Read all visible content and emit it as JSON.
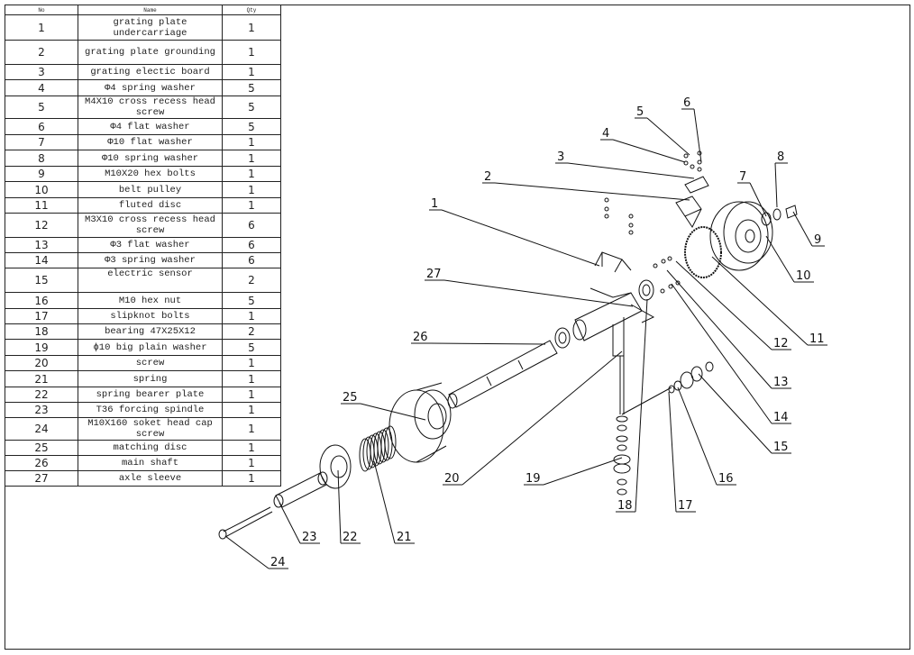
{
  "table": {
    "headers": {
      "no": "No",
      "name": "Name",
      "qty": "Qty"
    },
    "rows": [
      {
        "no": "1",
        "name": "grating plate undercarriage",
        "qty": "1"
      },
      {
        "no": "2",
        "name": "grating plate grounding",
        "qty": "1"
      },
      {
        "no": "3",
        "name": "grating electic board",
        "qty": "1"
      },
      {
        "no": "4",
        "name": "Φ4 spring washer",
        "qty": "5"
      },
      {
        "no": "5",
        "name": "M4X10 cross recess head screw",
        "qty": "5"
      },
      {
        "no": "6",
        "name": "Φ4 flat washer",
        "qty": "5"
      },
      {
        "no": "7",
        "name": "Φ10 flat washer",
        "qty": "1"
      },
      {
        "no": "8",
        "name": "Φ10 spring washer",
        "qty": "1"
      },
      {
        "no": "9",
        "name": "M10X20 hex bolts",
        "qty": "1"
      },
      {
        "no": "10",
        "name": "belt pulley",
        "qty": "1"
      },
      {
        "no": "11",
        "name": "fluted disc",
        "qty": "1"
      },
      {
        "no": "12",
        "name": "M3X10 cross recess head screw",
        "qty": "6"
      },
      {
        "no": "13",
        "name": "Φ3 flat washer",
        "qty": "6"
      },
      {
        "no": "14",
        "name": "Φ3 spring washer",
        "qty": "6"
      },
      {
        "no": "15",
        "name": "electric sensor",
        "qty": "2"
      },
      {
        "no": "16",
        "name": "M10 hex nut",
        "qty": "5"
      },
      {
        "no": "17",
        "name": "slipknot bolts",
        "qty": "1"
      },
      {
        "no": "18",
        "name": "bearing 47X25X12",
        "qty": "2"
      },
      {
        "no": "19",
        "name": "ϕ10 big plain washer",
        "qty": "5"
      },
      {
        "no": "20",
        "name": "screw",
        "qty": "1"
      },
      {
        "no": "21",
        "name": "spring",
        "qty": "1"
      },
      {
        "no": "22",
        "name": "spring bearer plate",
        "qty": "1"
      },
      {
        "no": "23",
        "name": "T36 forcing spindle",
        "qty": "1"
      },
      {
        "no": "24",
        "name": "M10X160 soket head cap screw",
        "qty": "1"
      },
      {
        "no": "25",
        "name": "matching disc",
        "qty": "1"
      },
      {
        "no": "26",
        "name": "main shaft",
        "qty": "1"
      },
      {
        "no": "27",
        "name": "axle sleeve",
        "qty": "1"
      }
    ]
  },
  "callouts": [
    "1",
    "2",
    "3",
    "4",
    "5",
    "6",
    "7",
    "8",
    "9",
    "10",
    "11",
    "12",
    "13",
    "14",
    "15",
    "16",
    "17",
    "18",
    "19",
    "20",
    "21",
    "22",
    "23",
    "24",
    "25",
    "26",
    "27"
  ]
}
